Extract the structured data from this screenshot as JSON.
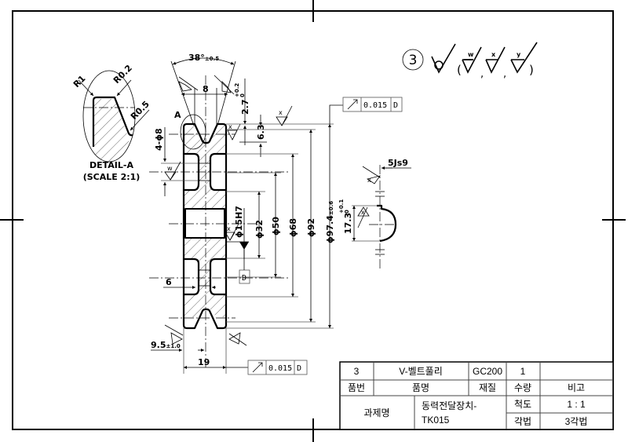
{
  "drawing": {
    "part_number_balloon": "3",
    "surface_finish": {
      "general_symbol": "casting-finish-symbol",
      "open_paren": "(",
      "close_paren": ")",
      "separator": ",",
      "grades": [
        "w",
        "x",
        "y"
      ]
    },
    "detail_a": {
      "title": "DETAIL-A",
      "scale": "(SCALE 2:1)",
      "radii": [
        "R1",
        "R0.2",
        "R0.5"
      ],
      "view_marker": "A"
    },
    "dimensions": {
      "groove_angle": "38°",
      "groove_angle_tol": "±0.5",
      "groove_top_width": "8",
      "groove_depth": "2.7",
      "groove_depth_tol_upper": "+0.2",
      "groove_depth_tol_lower": "0",
      "groove_pitch_offset": "6.3",
      "holes": "4-ϕ8",
      "bore": "ϕ15H7",
      "hub_dia": "ϕ32",
      "web_inner_dia": "ϕ50",
      "web_outer_dia": "ϕ68",
      "pitch_dia": "ϕ92",
      "outer_dia": "ϕ97.4",
      "outer_dia_tol": "±0.6",
      "web_thickness": "6",
      "groove_center": "9.5",
      "groove_center_tol": "±1.0",
      "overall_width": "19",
      "keyway_width": "5Js9",
      "keyway_depth": "17.3",
      "keyway_depth_tol_upper": "+0.1",
      "keyway_depth_tol_lower": "0"
    },
    "surface_marks": {
      "w": "w",
      "x": "x"
    },
    "datum": "D",
    "runout_tolerances": [
      {
        "symbol": "circular-runout-icon",
        "value": "0.015",
        "datum": "D"
      },
      {
        "symbol": "circular-runout-icon",
        "value": "0.015",
        "datum": "D"
      }
    ]
  },
  "title_block": {
    "row1": {
      "item_no": "3",
      "part_name": "V-벨트풀리",
      "material": "GC200",
      "quantity": "1",
      "remarks": ""
    },
    "header": {
      "item_no": "품번",
      "part_name": "품명",
      "material": "재질",
      "quantity": "수량",
      "remarks": "비고"
    },
    "project_label": "과제명",
    "project_name_line1": "동력전달장치-",
    "project_name_line2": "TK015",
    "scale_label": "척도",
    "scale_value": "1 : 1",
    "projection_label": "각법",
    "projection_value": "3각법"
  }
}
